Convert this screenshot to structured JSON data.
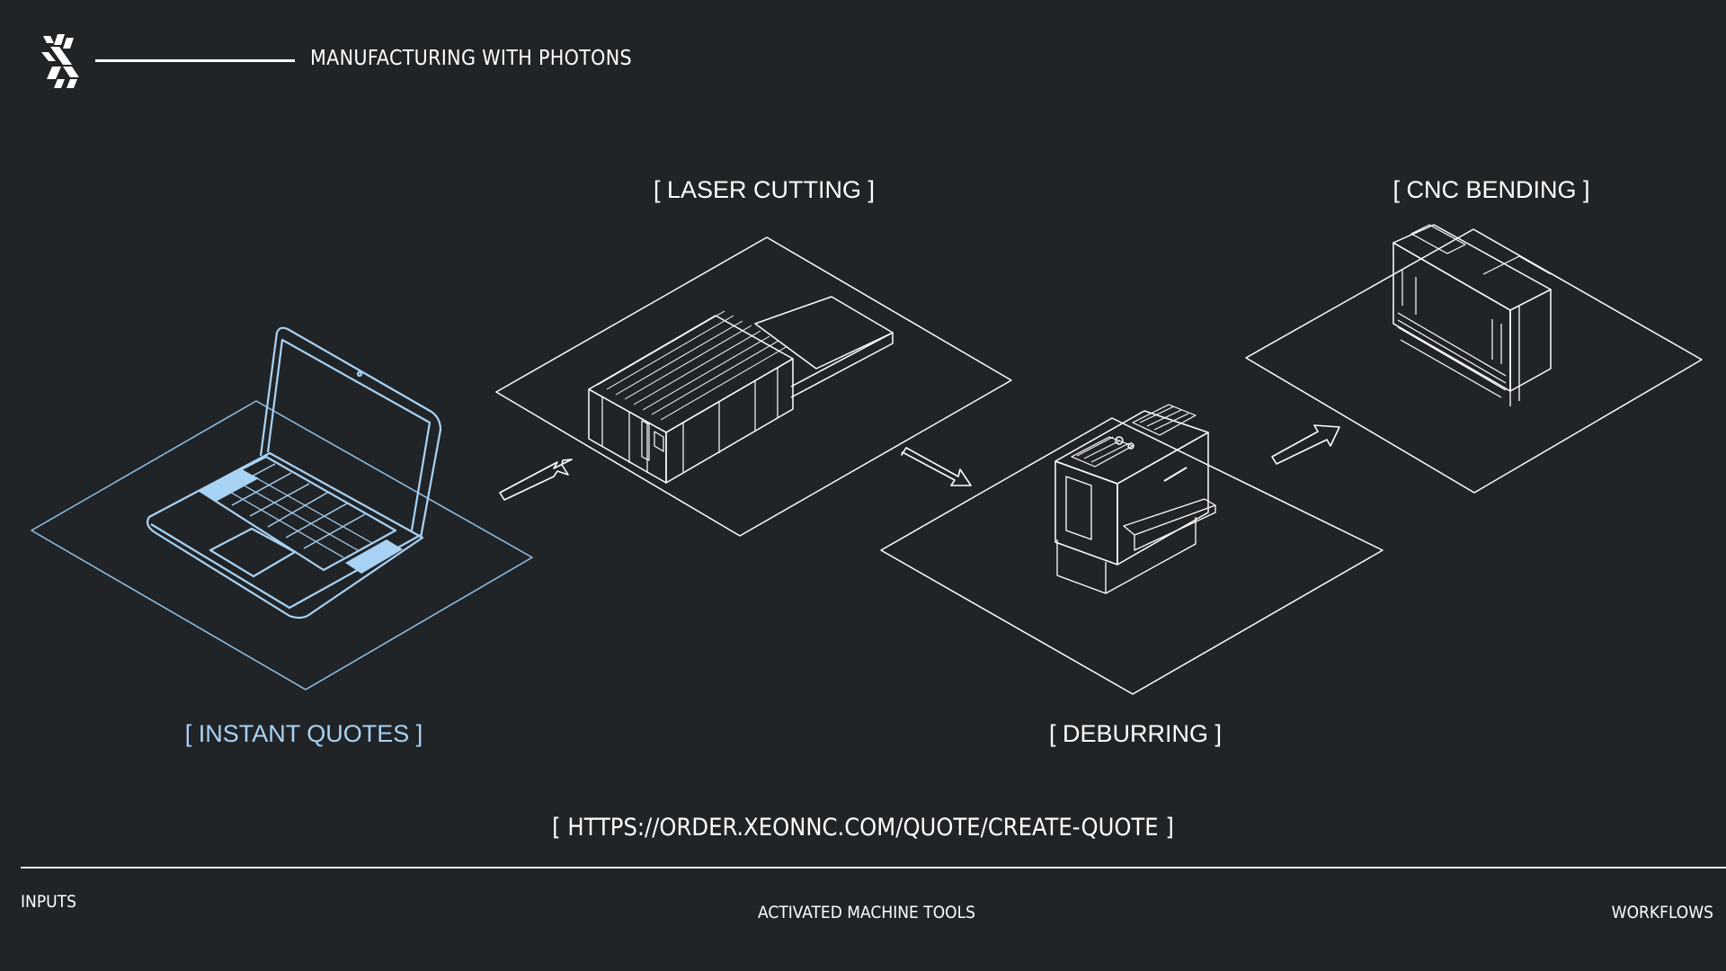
{
  "header": {
    "tagline": "MANUFACTURING WITH PHOTONS",
    "logo_icon": "xeon-logo-icon"
  },
  "steps": [
    {
      "label": "[ INSTANT QUOTES ]",
      "icon": "laptop-icon",
      "color": "#a9d3f5"
    },
    {
      "label": "[ LASER CUTTING ]",
      "icon": "laser-cutter-icon",
      "color": "#ffffff"
    },
    {
      "label": "[ DEBURRING ]",
      "icon": "deburring-machine-icon",
      "color": "#ffffff"
    },
    {
      "label": "[ CNC BENDING ]",
      "icon": "press-brake-icon",
      "color": "#ffffff"
    }
  ],
  "url": "[ HTTPS://ORDER.XEONNC.COM/QUOTE/CREATE-QUOTE ]",
  "footer": {
    "left": "INPUTS",
    "center": "ACTIVATED MACHINE TOOLS",
    "right": "WORKFLOWS"
  },
  "colors": {
    "background": "#212427",
    "accent": "#a9d3f5",
    "line": "#ffffff"
  }
}
